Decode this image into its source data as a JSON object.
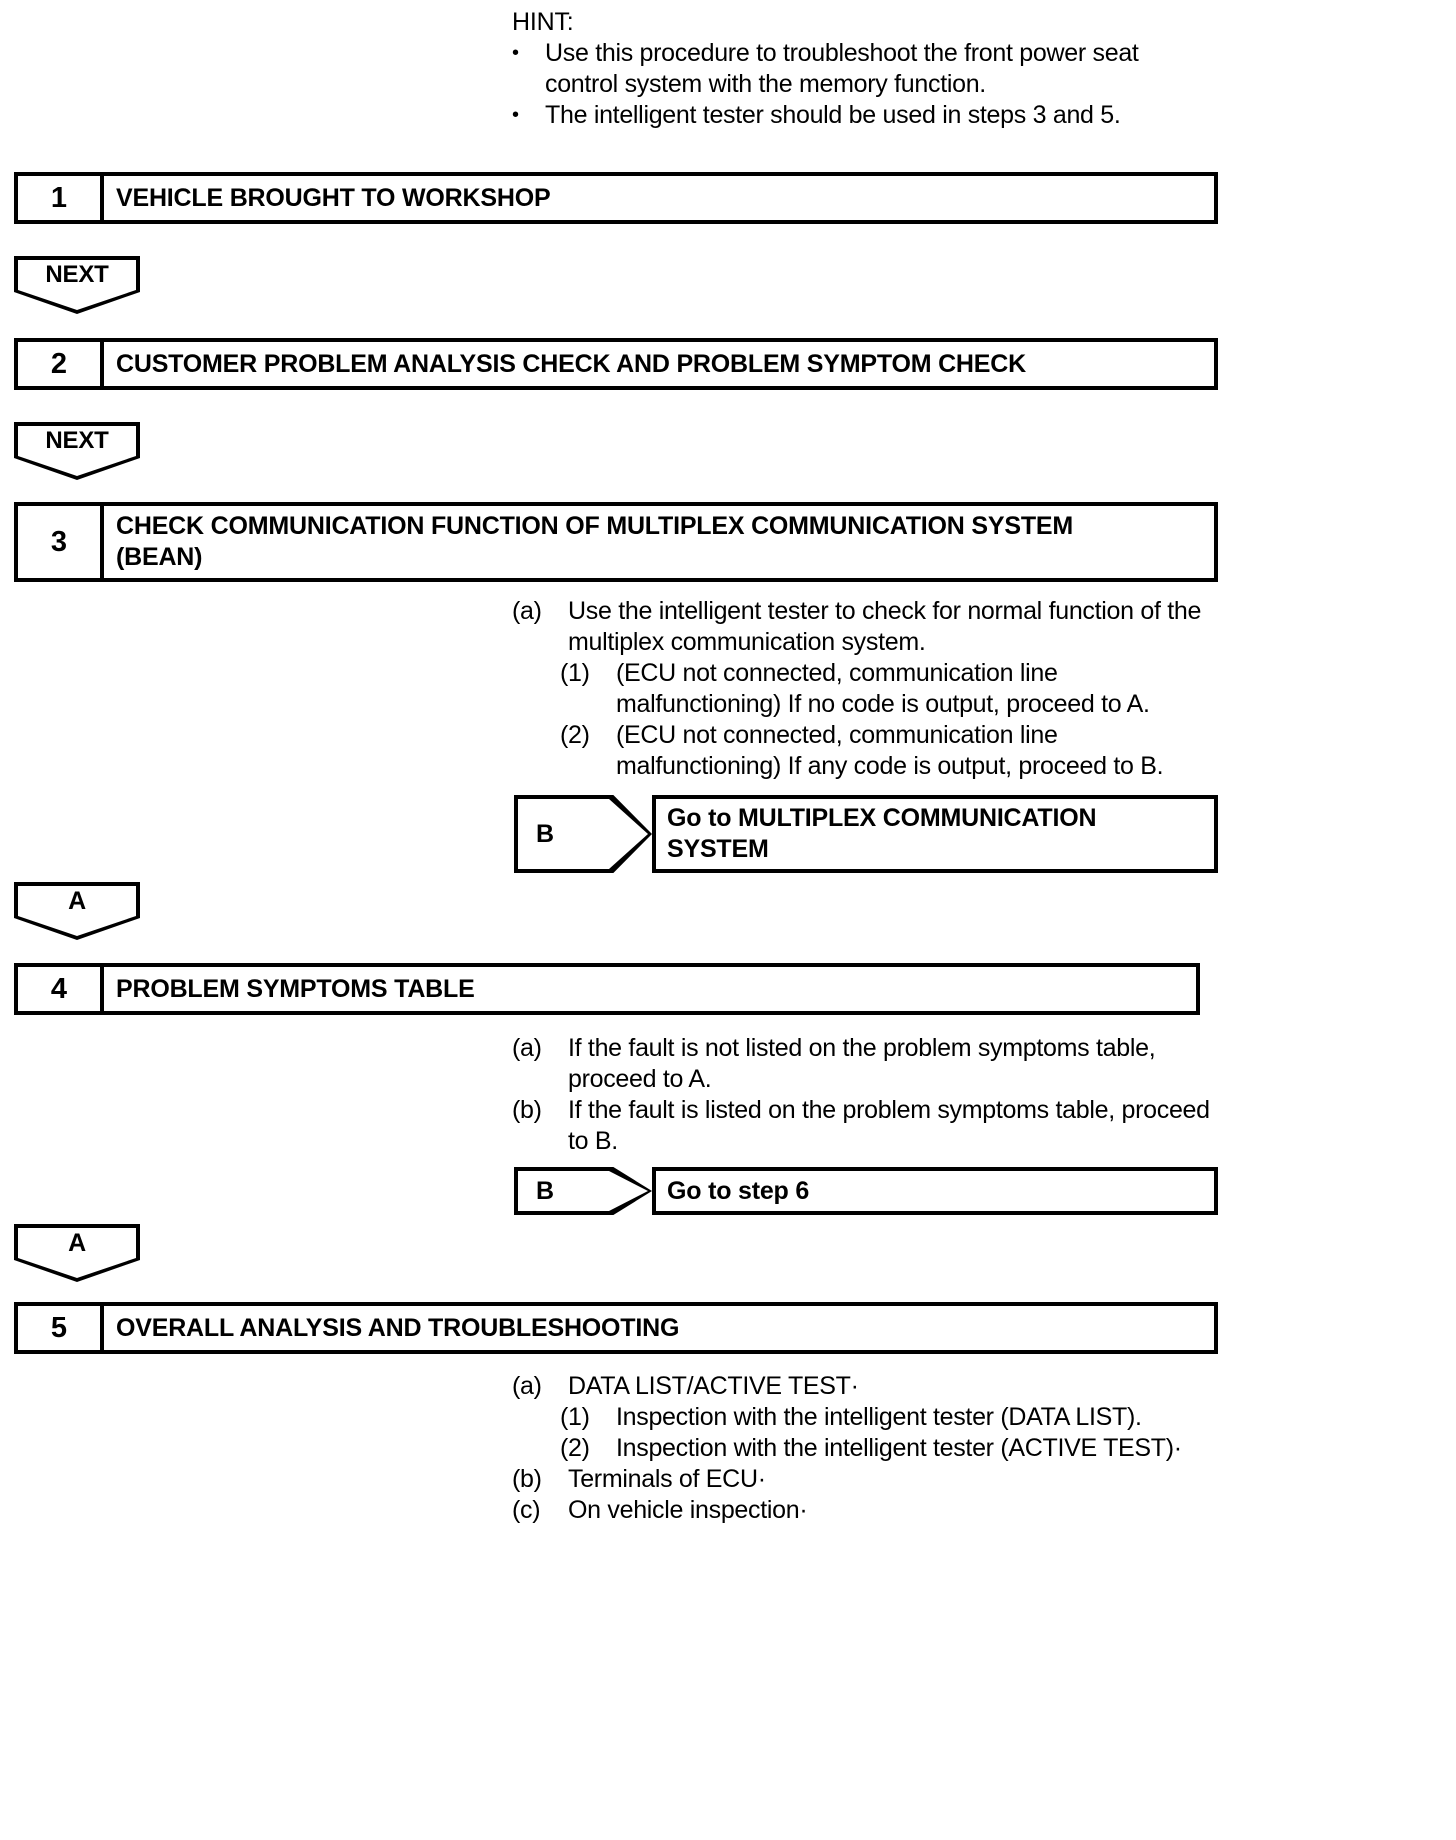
{
  "hint": {
    "title": "HINT:",
    "bullet_glyph": "•",
    "items": [
      "Use this procedure to troubleshoot the front power seat control system with the memory function.",
      "The intelligent tester should be used in steps 3 and 5."
    ]
  },
  "steps": [
    {
      "number": "1",
      "title": "VEHICLE BROUGHT TO WORKSHOP"
    },
    {
      "number": "2",
      "title": "CUSTOMER PROBLEM ANALYSIS CHECK AND PROBLEM SYMPTOM CHECK"
    },
    {
      "number": "3",
      "title_line1": "CHECK COMMUNICATION FUNCTION OF MULTIPLEX COMMUNICATION SYSTEM",
      "title_line2": "(BEAN)"
    },
    {
      "number": "4",
      "title": "PROBLEM SYMPTOMS TABLE"
    },
    {
      "number": "5",
      "title": "OVERALL ANALYSIS AND TROUBLESHOOTING"
    }
  ],
  "connectors": {
    "next_1": "NEXT",
    "next_2": "NEXT",
    "a_1": "A",
    "a_2": "A"
  },
  "step3_details": {
    "a_marker": "(a)",
    "a_text": "Use the intelligent tester to check for normal function of the multiplex communication system.",
    "sub1_marker": "(1)",
    "sub1_text": "(ECU not connected, communication line malfunctioning) If no code is output, proceed to A.",
    "sub2_marker": "(2)",
    "sub2_text": "(ECU not connected, communication line malfunctioning) If any code is output, proceed to B."
  },
  "step3_branch": {
    "tag": "B",
    "target_line1": "Go to MULTIPLEX COMMUNICATION",
    "target_line2": "SYSTEM"
  },
  "step4_details": {
    "a_marker": "(a)",
    "a_text": "If the fault is not listed on the problem symptoms table, proceed to A.",
    "b_marker": "(b)",
    "b_text": "If the fault is listed on the problem symptoms table, proceed to B."
  },
  "step4_branch": {
    "tag": "B",
    "target_line1": "Go to step 6"
  },
  "step5_details": {
    "a_marker": "(a)",
    "a_text": "DATA LIST/ACTIVE TEST·",
    "sub1_marker": "(1)",
    "sub1_text": "Inspection with the intelligent tester (DATA LIST).",
    "sub2_marker": "(2)",
    "sub2_text": "Inspection with the intelligent tester (ACTIVE TEST)·",
    "b_marker": "(b)",
    "b_text": "Terminals of ECU·",
    "c_marker": "(c)",
    "c_text": "On vehicle inspection·"
  },
  "colors": {
    "ink": "#000000",
    "paper": "#ffffff"
  }
}
